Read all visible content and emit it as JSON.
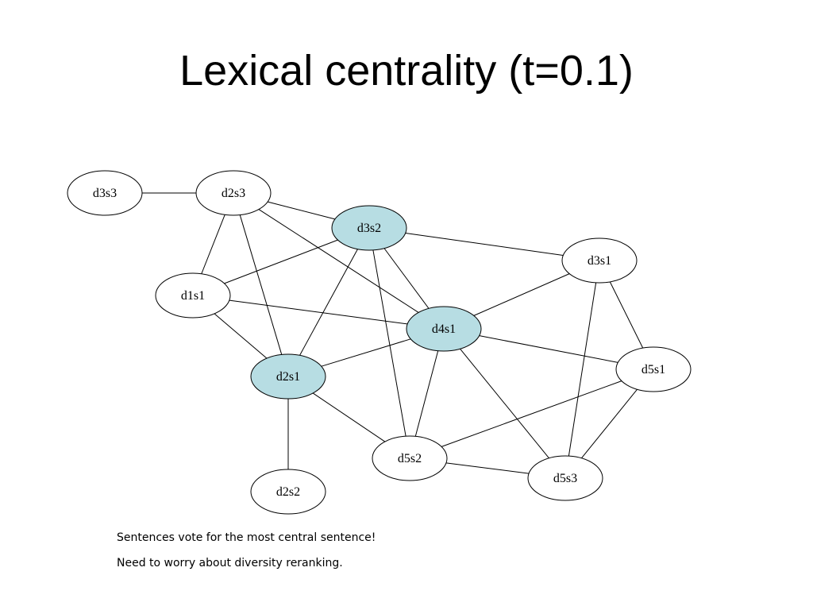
{
  "slide": {
    "title": "Lexical centrality (t=0.1)",
    "notes": [
      "Sentences vote for the most central sentence!",
      "Need to worry about diversity reranking."
    ]
  },
  "colors": {
    "highlight_fill": "#b7dde3",
    "node_fill": "#ffffff",
    "stroke": "#000000"
  },
  "graph": {
    "nodes": [
      {
        "id": "d3s3",
        "label": "d3s3",
        "highlighted": false
      },
      {
        "id": "d2s3",
        "label": "d2s3",
        "highlighted": false
      },
      {
        "id": "d3s2",
        "label": "d3s2",
        "highlighted": true
      },
      {
        "id": "d3s1",
        "label": "d3s1",
        "highlighted": false
      },
      {
        "id": "d1s1",
        "label": "d1s1",
        "highlighted": false
      },
      {
        "id": "d4s1",
        "label": "d4s1",
        "highlighted": true
      },
      {
        "id": "d5s1",
        "label": "d5s1",
        "highlighted": false
      },
      {
        "id": "d2s1",
        "label": "d2s1",
        "highlighted": true
      },
      {
        "id": "d5s2",
        "label": "d5s2",
        "highlighted": false
      },
      {
        "id": "d5s3",
        "label": "d5s3",
        "highlighted": false
      },
      {
        "id": "d2s2",
        "label": "d2s2",
        "highlighted": false
      }
    ],
    "edges": [
      [
        "d3s3",
        "d2s3"
      ],
      [
        "d2s3",
        "d3s2"
      ],
      [
        "d2s3",
        "d1s1"
      ],
      [
        "d2s3",
        "d2s1"
      ],
      [
        "d2s3",
        "d4s1"
      ],
      [
        "d3s2",
        "d1s1"
      ],
      [
        "d3s2",
        "d3s1"
      ],
      [
        "d3s2",
        "d4s1"
      ],
      [
        "d3s2",
        "d2s1"
      ],
      [
        "d3s2",
        "d5s2"
      ],
      [
        "d1s1",
        "d4s1"
      ],
      [
        "d1s1",
        "d2s1"
      ],
      [
        "d4s1",
        "d3s1"
      ],
      [
        "d4s1",
        "d5s1"
      ],
      [
        "d4s1",
        "d2s1"
      ],
      [
        "d4s1",
        "d5s2"
      ],
      [
        "d4s1",
        "d5s3"
      ],
      [
        "d3s1",
        "d5s1"
      ],
      [
        "d3s1",
        "d5s3"
      ],
      [
        "d5s1",
        "d5s2"
      ],
      [
        "d5s1",
        "d5s3"
      ],
      [
        "d2s1",
        "d5s2"
      ],
      [
        "d2s1",
        "d2s2"
      ],
      [
        "d5s2",
        "d5s3"
      ]
    ]
  }
}
